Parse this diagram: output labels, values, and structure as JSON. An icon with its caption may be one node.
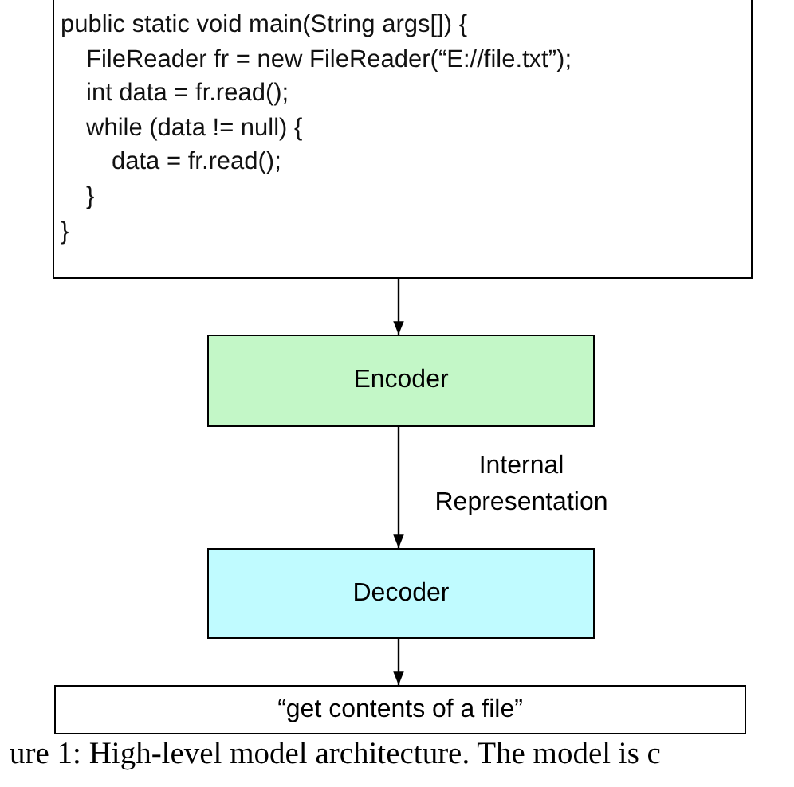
{
  "diagram": {
    "caption": "ure 1: High-level model architecture. The model is c",
    "nodes": [
      {
        "text": [
          "public static void main(String args[]) {",
          "FileReader fr = new FileReader(“E://file.txt”);",
          "int data = fr.read();",
          "while (data != null) {",
          "data = fr.read();",
          "}",
          "}"
        ]
      },
      {
        "text": [
          "Encoder"
        ]
      },
      {
        "text": [
          "Decoder"
        ]
      },
      {
        "text": [
          "“get contents of a file”"
        ]
      }
    ],
    "edges": [
      {
        "from": 0,
        "to": 1,
        "arrow": "to"
      },
      {
        "from": 1,
        "to": 2,
        "arrow": "to",
        "label": "Internal Representation"
      },
      {
        "from": 2,
        "to": 3,
        "arrow": "to"
      }
    ]
  }
}
